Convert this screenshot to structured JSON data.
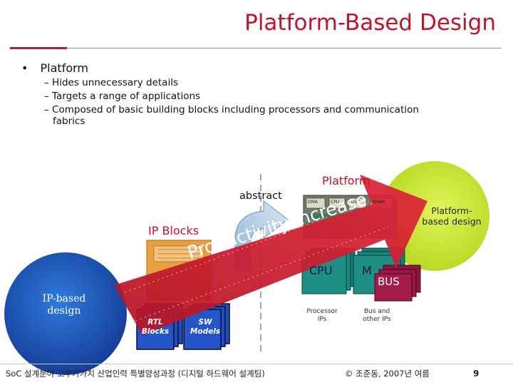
{
  "title": "Platform-Based Design",
  "bullets": {
    "main": "Platform",
    "subs": [
      "– Hides unnecessary details",
      "– Targets a range of applications",
      "– Composed of basic building blocks including processors and communication",
      "fabrics"
    ]
  },
  "diagram": {
    "platform_label": "Platform",
    "abstract_label": "abstract",
    "ip_blocks_label": "IP Blocks",
    "ip_based_design": [
      "IP-based",
      "design"
    ],
    "platform_based_design": [
      "Platform-",
      "based design"
    ],
    "productivity_label": "Productivity increase",
    "chip_labels": [
      "DMA",
      "CPU",
      "DSP",
      "SRAM"
    ],
    "cpu_label": "CPU",
    "mem_label": "M",
    "bus_label": "BUS",
    "processor_ips": [
      "Processor",
      "IPs"
    ],
    "bus_other_ips": [
      "Bus and",
      "other IPs"
    ],
    "rtl_blocks": [
      "RTL",
      "Blocks"
    ],
    "sw_models": [
      "SW",
      "Models"
    ]
  },
  "footer": {
    "left": "SoC 설계분야 고부가가치 산업인력 특별양성과정 (디지털 하드웨어 설계팀)",
    "mid": "© 조준동, 2007년 여름",
    "page": "9"
  },
  "colors": {
    "title": "#c0142a",
    "arrow": "#cc1b2a",
    "ip_circle": "#1b57b8",
    "platform_circle": "#c7e62e",
    "teal_block": "#1f8f86",
    "bus_block": "#a51c4a"
  }
}
